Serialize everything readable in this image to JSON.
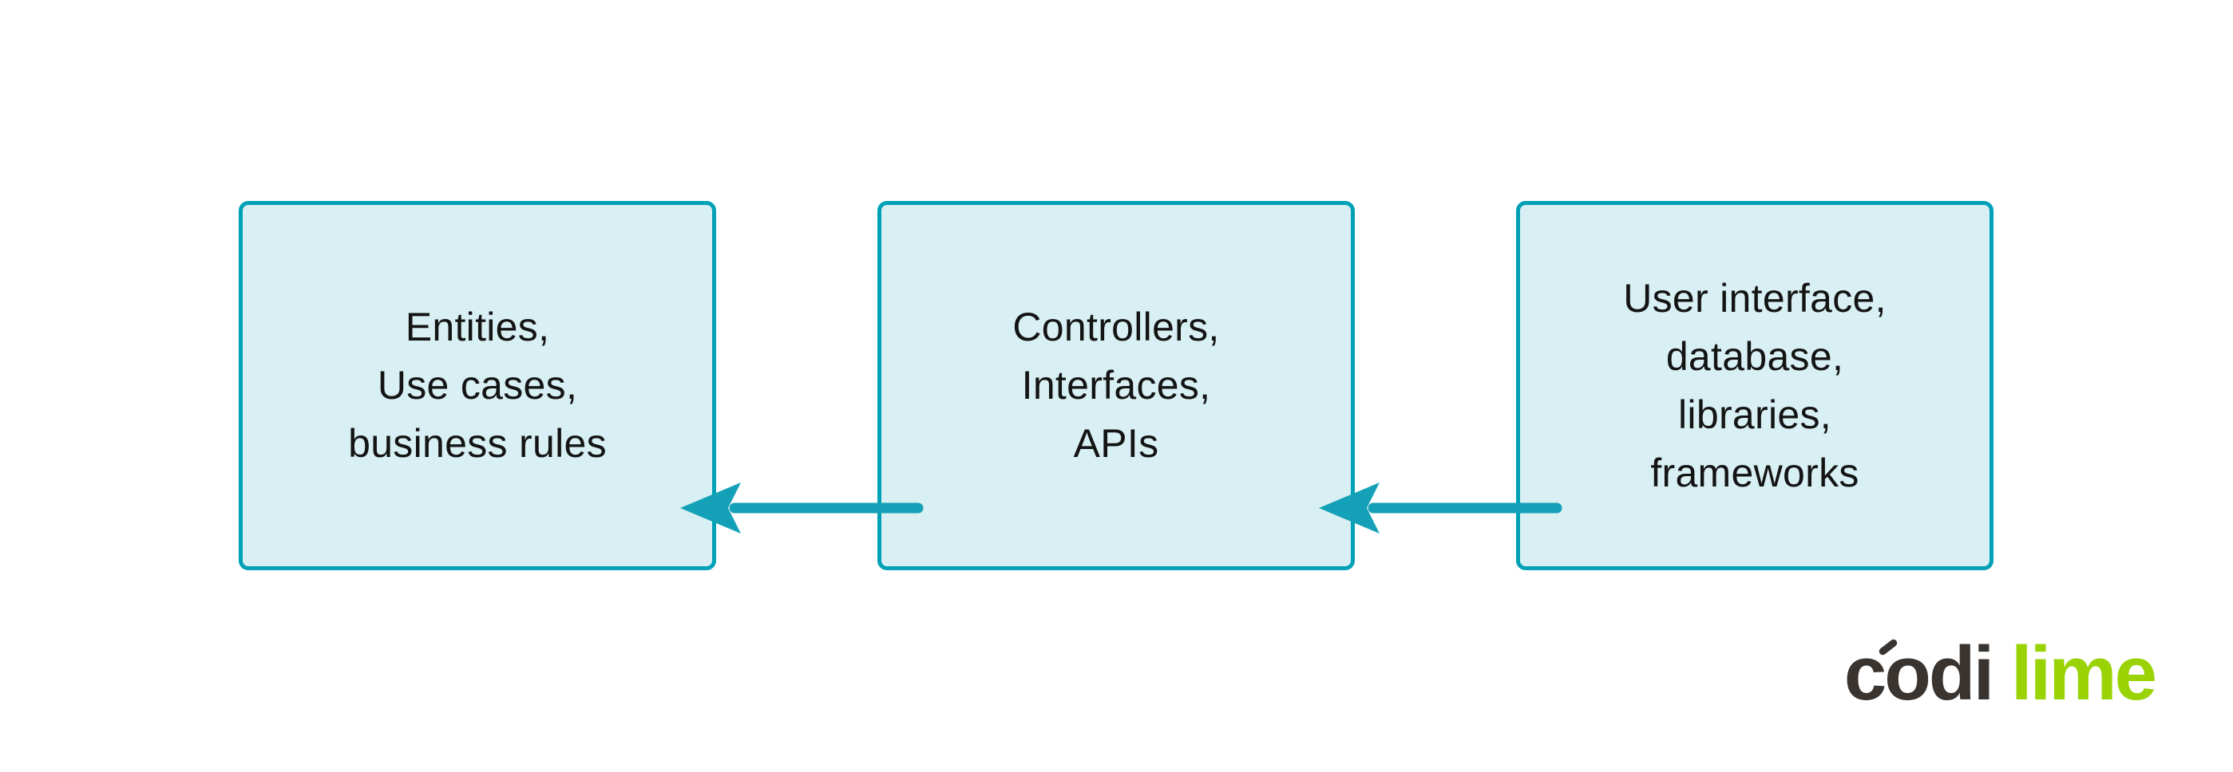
{
  "diagram": {
    "boxes": [
      {
        "id": "entities",
        "lines": [
          "Entities,",
          "Use cases,",
          "business rules"
        ]
      },
      {
        "id": "controllers",
        "lines": [
          "Controllers,",
          "Interfaces,",
          "APIs"
        ]
      },
      {
        "id": "frameworks",
        "lines": [
          "User interface,",
          "database,",
          "libraries,",
          "frameworks"
        ]
      }
    ],
    "arrows": [
      {
        "from": "controllers",
        "to": "entities",
        "direction": "left"
      },
      {
        "from": "frameworks",
        "to": "controllers",
        "direction": "left"
      }
    ]
  },
  "logo": {
    "dark_text": "codi",
    "green_text": "lime"
  },
  "colors": {
    "background": "#ffffff",
    "box_fill": "#d8eff3",
    "box_border": "#00a1b7",
    "arrow": "#14a1b7",
    "text": "#141414",
    "logo_dark": "#3a3430",
    "logo_green": "#9ad304"
  }
}
